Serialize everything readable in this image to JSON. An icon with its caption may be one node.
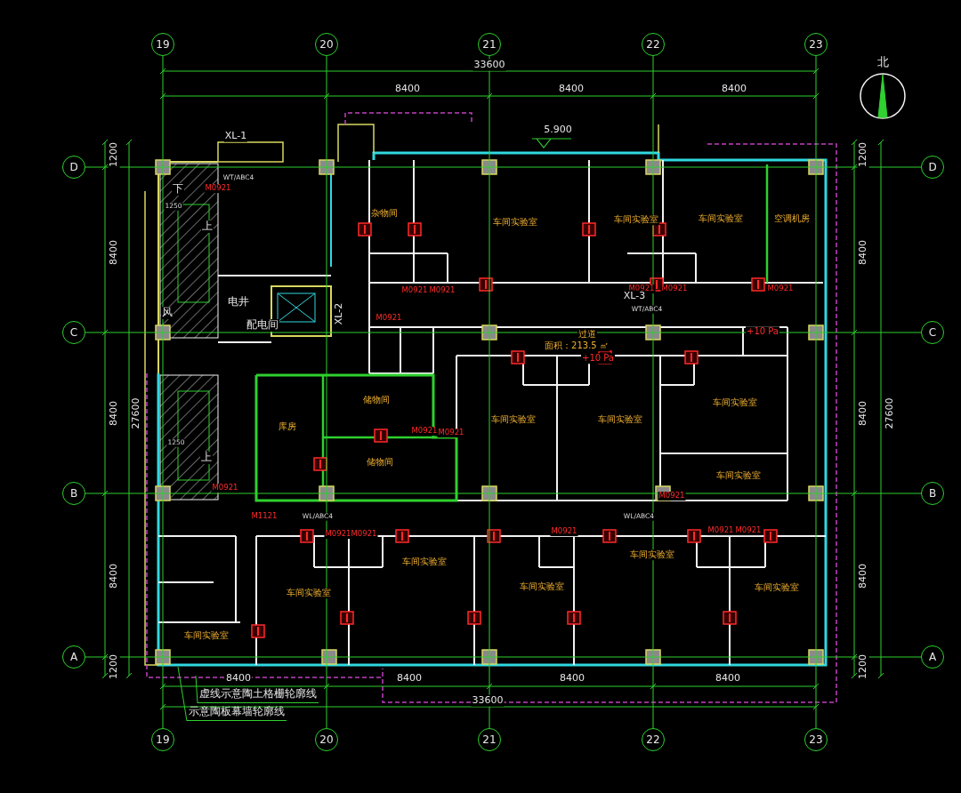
{
  "diagram": {
    "nodes": [
      {
        "text": [
          "19"
        ]
      },
      {
        "text": [
          "20"
        ]
      },
      {
        "text": [
          "21"
        ]
      },
      {
        "text": [
          "22"
        ]
      },
      {
        "text": [
          "23"
        ]
      },
      {
        "text": [
          "19"
        ]
      },
      {
        "text": [
          "20"
        ]
      },
      {
        "text": [
          "21"
        ]
      },
      {
        "text": [
          "22"
        ]
      },
      {
        "text": [
          "23"
        ]
      },
      {
        "text": [
          "D"
        ]
      },
      {
        "text": [
          "C"
        ]
      },
      {
        "text": [
          "B"
        ]
      },
      {
        "text": [
          "A"
        ]
      },
      {
        "text": [
          "D"
        ]
      },
      {
        "text": [
          "C"
        ]
      },
      {
        "text": [
          "B"
        ]
      },
      {
        "text": [
          "A"
        ]
      },
      {
        "text": [
          "虚线示意陶土格栅轮廓线"
        ]
      },
      {
        "text": [
          "示意陶板幕墙轮廓线"
        ]
      }
    ],
    "edges": [
      {
        "from": 0,
        "to": 5,
        "arrow": "none"
      },
      {
        "from": 1,
        "to": 6,
        "arrow": "none"
      },
      {
        "from": 2,
        "to": 7,
        "arrow": "none"
      },
      {
        "from": 3,
        "to": 8,
        "arrow": "none"
      },
      {
        "from": 4,
        "to": 9,
        "arrow": "none"
      },
      {
        "from": 10,
        "to": 14,
        "arrow": "none"
      },
      {
        "from": 11,
        "to": 15,
        "arrow": "none"
      },
      {
        "from": 12,
        "to": 16,
        "arrow": "none"
      },
      {
        "from": 13,
        "to": 17,
        "arrow": "none"
      },
      {
        "from": 18,
        "to": null,
        "arrow": "none"
      },
      {
        "from": 19,
        "to": null,
        "arrow": "none"
      }
    ],
    "labels": [
      "33600",
      "8400",
      "8400",
      "8400",
      "北",
      "5.900",
      "XL-1",
      "1200",
      "8400",
      "8400",
      "8400",
      "1200",
      "27600",
      "1200",
      "8400",
      "8400",
      "8400",
      "1200",
      "27600",
      "下",
      "M0921",
      "WT/ABC4",
      "1250",
      "上",
      "杂物间",
      "车间实验室",
      "车间实验室",
      "车间实验室",
      "空调机房",
      "M0921",
      "M0921",
      "M0921",
      "M0921",
      "M0921",
      "XL-3",
      "电井",
      "XL-2",
      "WT/ABC4",
      "风",
      "M0921",
      "配电间",
      "过道",
      "+10 Pa",
      "面积：213.5 ㎡",
      "+10 Pa",
      "储物间",
      "车间实验室",
      "车间实验室",
      "车间实验室",
      "库房",
      "M0921",
      "M0921",
      "1250",
      "上",
      "储物间",
      "车间实验室",
      "M0921",
      "M0921",
      "M1121",
      "WL/ABC4",
      "WL/ABC4",
      "M0921",
      "M0921",
      "M0921",
      "M0921",
      "M0921",
      "车间实验室",
      "车间实验室",
      "车间实验室",
      "车间实验室",
      "车间实验室",
      "车间实验室",
      "8400",
      "8400",
      "8400",
      "8400",
      "33600"
    ]
  }
}
